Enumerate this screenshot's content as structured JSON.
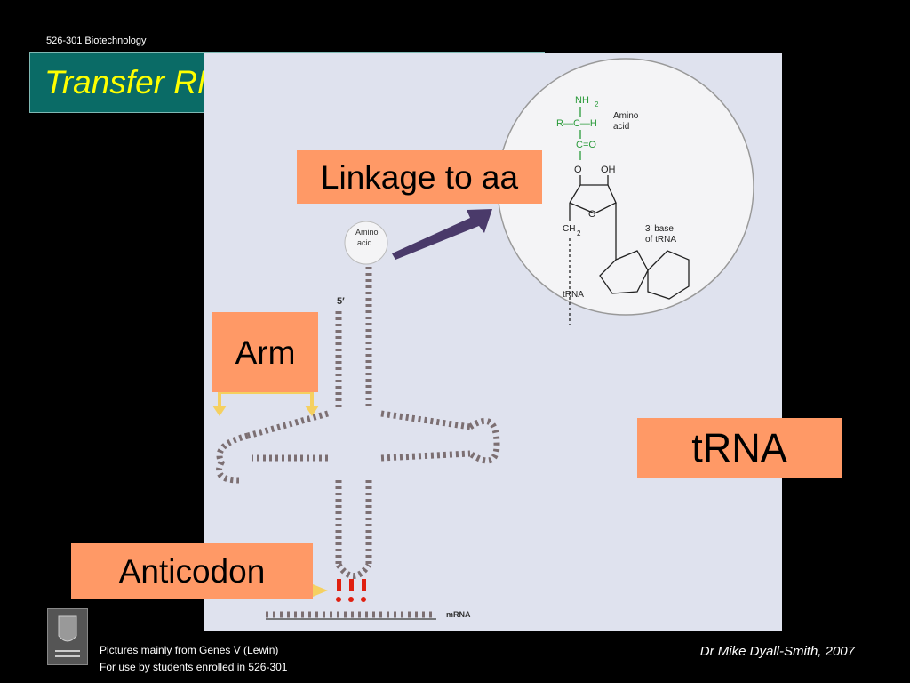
{
  "course": "526-301 Biotechnology",
  "title": "Transfer RNA (tRNA) structure",
  "figure": {
    "amino_acid_bubble": [
      "Amino",
      "acid"
    ],
    "five_prime": "5′",
    "mrna": "mRNA",
    "inset": {
      "nh2": "NH",
      "nh2_sub": "2",
      "r_ch": "R—C—H",
      "co": "C=O",
      "o": "O",
      "oh": "OH",
      "ring_o": "O",
      "ch2": "CH",
      "ch2_sub": "2",
      "amino_acid": [
        "Amino",
        "acid"
      ],
      "base_label": [
        "3′ base",
        "of tRNA"
      ],
      "trna": "tRNA"
    }
  },
  "labels": {
    "linkage": "Linkage to aa",
    "arm": "Arm",
    "anticodon": "Anticodon",
    "trna": "tRNA"
  },
  "footer": {
    "line1": "Pictures mainly from Genes V (Lewin)",
    "line2": "For use by students enrolled in 526-301",
    "author": "Dr Mike Dyall-Smith, 2007"
  },
  "colors": {
    "title_bg": "#0a6b66",
    "title_text": "#ffff00",
    "label_bg": "#ff9966",
    "figure_bg": "#dfe2ee",
    "strand": "#7c6f72",
    "inset_green": "#2a9a3a",
    "arrow": "#4a3a6a",
    "arm_arrow": "#f5d060",
    "anticodon_mark": "#e02010"
  }
}
